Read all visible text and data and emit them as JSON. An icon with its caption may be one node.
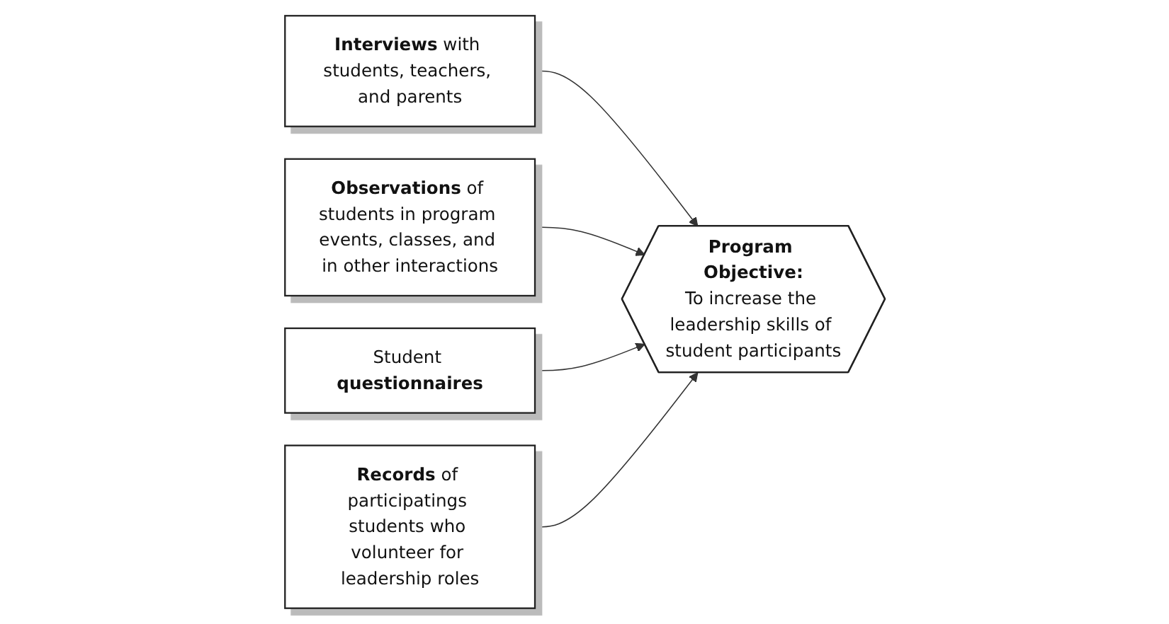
{
  "diagram": {
    "nodes": [
      {
        "text": [
          "**Interviews** with students, teachers, and parents"
        ]
      },
      {
        "text": [
          "**Observations** of students in program events, classes, and in other interactions"
        ]
      },
      {
        "text": [
          "Program Objective:",
          "To increase the leadership skills of student participants"
        ]
      },
      {
        "text": [
          "Student **questionnaires**"
        ]
      },
      {
        "text": [
          "**Records** of participatings students who volunteer for leadership roles"
        ]
      }
    ],
    "edges": [
      {
        "from": 0,
        "to": 2,
        "arrow": "to"
      },
      {
        "from": 1,
        "to": 2,
        "arrow": "to"
      },
      {
        "from": 3,
        "to": 2,
        "arrow": "to"
      },
      {
        "from": 4,
        "to": 2,
        "arrow": "to"
      }
    ]
  }
}
